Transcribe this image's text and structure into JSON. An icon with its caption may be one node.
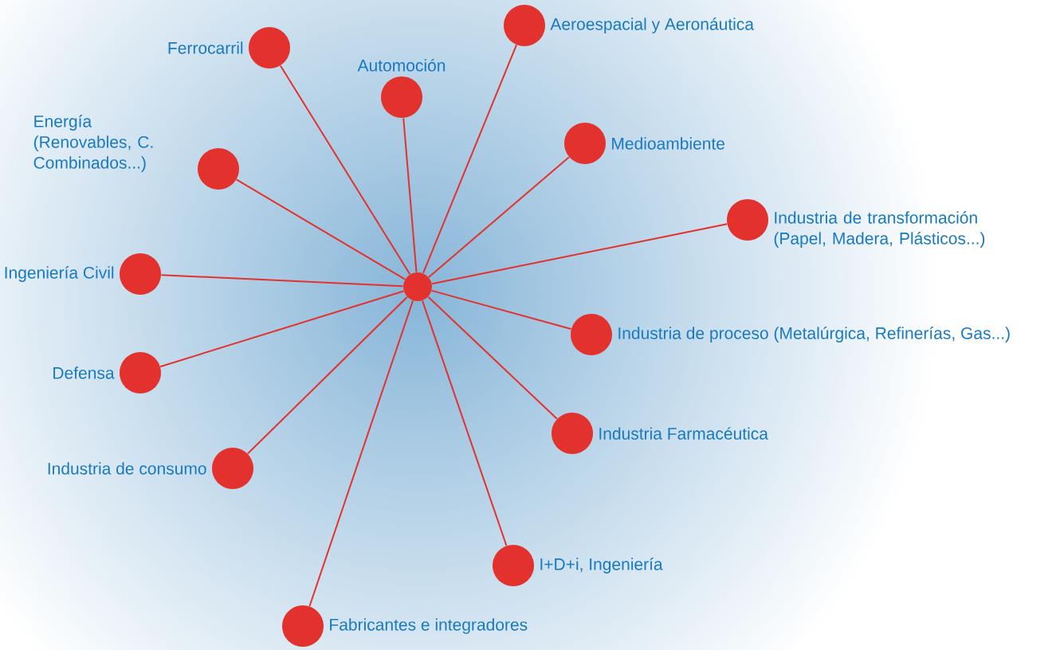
{
  "diagram": {
    "nodes": [
      {
        "text": [],
        "shape": "circle"
      },
      {
        "text": [
          "Aeroespacial y Aeronáutica"
        ]
      },
      {
        "text": [
          "Ferrocarril"
        ]
      },
      {
        "text": [
          "Automoción"
        ]
      },
      {
        "text": [
          "Energía (Renovables, C. Combinados...)"
        ]
      },
      {
        "text": [
          "Medioambiente"
        ]
      },
      {
        "text": [
          "Industria de transformación (Papel, Madera, Plásticos...)"
        ]
      },
      {
        "text": [
          "Ingeniería Civil"
        ]
      },
      {
        "text": [
          "Industria de proceso (Metalúrgica, Refinerías, Gas...)"
        ]
      },
      {
        "text": [
          "Defensa"
        ]
      },
      {
        "text": [
          "Industria Farmacéutica"
        ]
      },
      {
        "text": [
          "Industria de consumo"
        ]
      },
      {
        "text": [
          "I+D+i, Ingeniería"
        ]
      },
      {
        "text": [
          "Fabricantes e integradores"
        ]
      }
    ],
    "edges": [
      {
        "from": 0,
        "to": 1,
        "arrow": "none"
      },
      {
        "from": 0,
        "to": 2,
        "arrow": "none"
      },
      {
        "from": 0,
        "to": 3,
        "arrow": "none"
      },
      {
        "from": 0,
        "to": 4,
        "arrow": "none"
      },
      {
        "from": 0,
        "to": 5,
        "arrow": "none"
      },
      {
        "from": 0,
        "to": 6,
        "arrow": "none"
      },
      {
        "from": 0,
        "to": 7,
        "arrow": "none"
      },
      {
        "from": 0,
        "to": 8,
        "arrow": "none"
      },
      {
        "from": 0,
        "to": 9,
        "arrow": "none"
      },
      {
        "from": 0,
        "to": 10,
        "arrow": "none"
      },
      {
        "from": 0,
        "to": 11,
        "arrow": "none"
      },
      {
        "from": 0,
        "to": 12,
        "arrow": "none"
      },
      {
        "from": 0,
        "to": 13,
        "arrow": "none"
      }
    ]
  }
}
